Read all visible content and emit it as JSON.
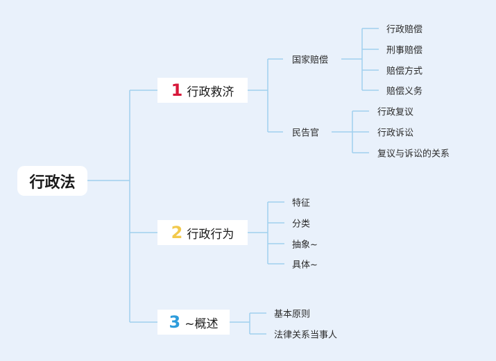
{
  "root": {
    "label": "行政法"
  },
  "branches": [
    {
      "number": "1",
      "number_color": "#d7183a",
      "label": "行政救济",
      "children": [
        {
          "label": "国家赔偿",
          "children": [
            "行政赔偿",
            "刑事赔偿",
            "赔偿方式",
            "赔偿义务"
          ]
        },
        {
          "label": "民告官",
          "children": [
            "行政复议",
            "行政诉讼",
            "复议与诉讼的关系"
          ]
        }
      ]
    },
    {
      "number": "2",
      "number_color": "#f2c94c",
      "label": "行政行为",
      "children": [
        {
          "label": "特征"
        },
        {
          "label": "分类"
        },
        {
          "label": "抽象~"
        },
        {
          "label": "具体~"
        }
      ]
    },
    {
      "number": "3",
      "number_color": "#2d9cdb",
      "label": "~概述",
      "children": [
        {
          "label": "基本原则"
        },
        {
          "label": "法律关系当事人"
        }
      ]
    }
  ],
  "colors": {
    "line": "#9fd0ee",
    "background": "#e9f1fb"
  }
}
